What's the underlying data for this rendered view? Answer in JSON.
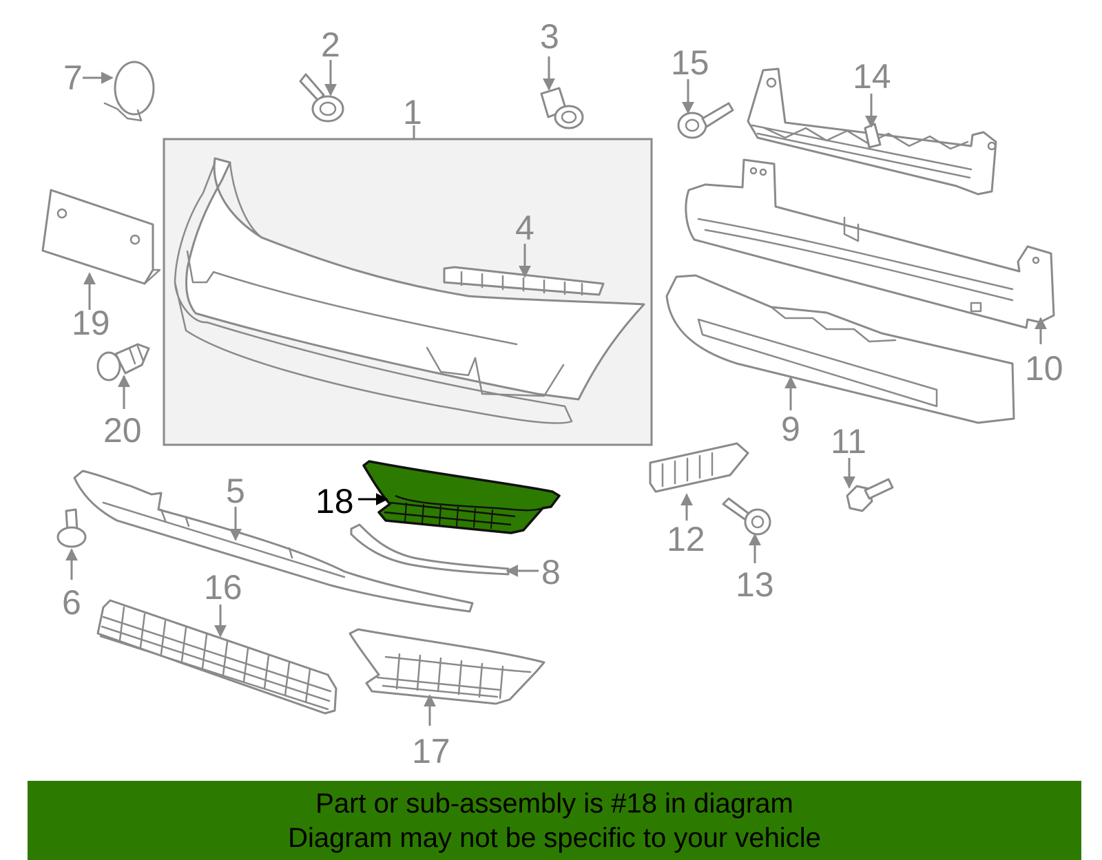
{
  "colors": {
    "highlight": "#2d7a00",
    "banner": "#2d7a00",
    "line": "#8a8a8a",
    "assembly_box_fill": "#f2f2f2"
  },
  "callouts": {
    "c1": "1",
    "c2": "2",
    "c3": "3",
    "c4": "4",
    "c5": "5",
    "c6": "6",
    "c7": "7",
    "c8": "8",
    "c9": "9",
    "c10": "10",
    "c11": "11",
    "c12": "12",
    "c13": "13",
    "c14": "14",
    "c15": "15",
    "c16": "16",
    "c17": "17",
    "c18": "18",
    "c19": "19",
    "c20": "20"
  },
  "highlighted_part": "18",
  "banner": {
    "line1": "Part or sub-assembly is #18 in diagram",
    "line2": "Diagram may not be specific to your vehicle"
  }
}
